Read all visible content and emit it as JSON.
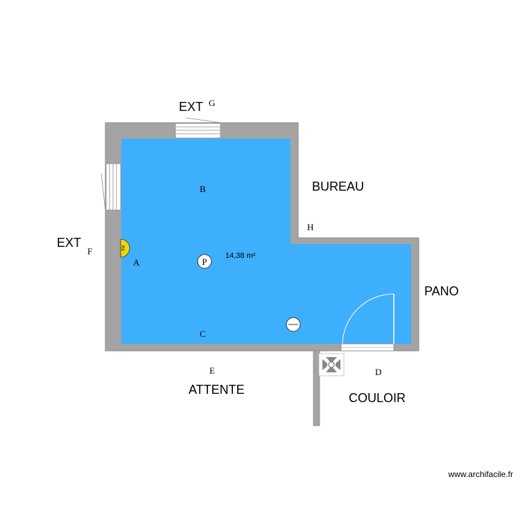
{
  "colors": {
    "room": "#3eaffd",
    "wall": "#a4a4a4",
    "window_fill": "#ffffff",
    "radiator": "#f2d410",
    "label": "#000000"
  },
  "rooms": [
    {
      "area": "14,38 m²"
    }
  ],
  "zone_labels": {
    "ext_top": "EXT",
    "ext_left": "EXT",
    "bureau": "BUREAU",
    "pano": "PANO",
    "attente": "ATTENTE",
    "couloir": "COULOIR"
  },
  "wall_letters": {
    "a": "A",
    "b": "B",
    "c": "C",
    "d": "D",
    "e": "E",
    "f": "F",
    "g": "G",
    "h": "H"
  },
  "symbols": {
    "outlet": "P",
    "radiator_icon": "radiator-icon",
    "ceiling_light_icon": "ceiling-light-icon",
    "fan_icon": "fan-icon",
    "door_icon": "door-swing-icon",
    "window_icon": "window-icon"
  },
  "watermark": "www.archifacile.fr"
}
